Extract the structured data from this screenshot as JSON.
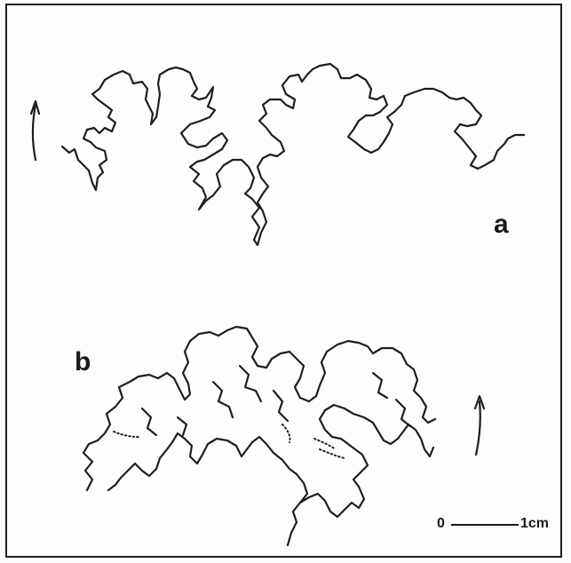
{
  "figure": {
    "panel_a": {
      "label": "a"
    },
    "panel_b": {
      "label": "b"
    },
    "scale_bar": {
      "start_label": "0",
      "end_label": "1cm"
    },
    "colors": {
      "line": "#1e1e1e",
      "frame": "#1c1c1c",
      "background": "#fdfdfc"
    },
    "arrows": [
      {
        "panel": "a",
        "direction": "up"
      },
      {
        "panel": "b",
        "direction": "up"
      }
    ]
  }
}
